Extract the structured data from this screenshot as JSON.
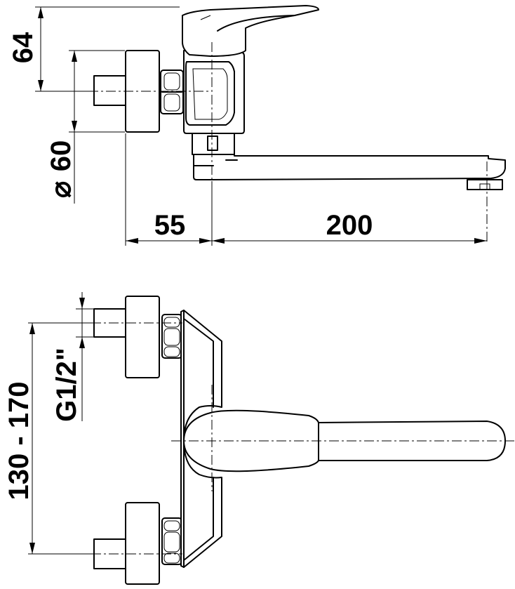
{
  "dimensions": {
    "height_lever": "64",
    "diameter_rosette": "60",
    "diameter_symbol": "⌀",
    "wall_offset": "55",
    "spout_reach": "200",
    "center_distance": "130 - 170",
    "thread_size": "G1/2\""
  }
}
